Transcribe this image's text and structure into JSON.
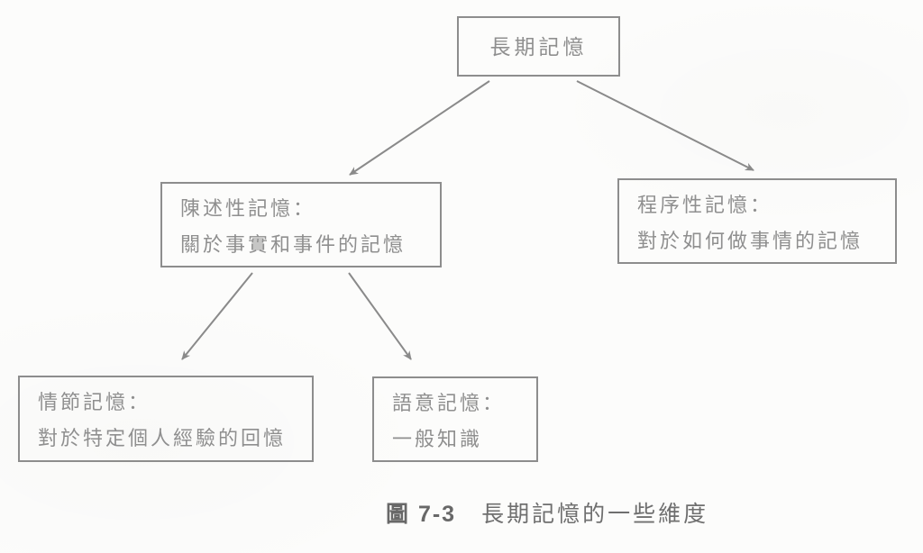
{
  "diagram": {
    "nodes": {
      "root": {
        "label": "長期記憶"
      },
      "declarative": {
        "line1": "陳述性記憶：",
        "line2": "關於事實和事件的記憶"
      },
      "procedural": {
        "line1": "程序性記憶：",
        "line2": "對於如何做事情的記憶"
      },
      "episodic": {
        "line1": "情節記憶：",
        "line2": "對於特定個人經驗的回憶"
      },
      "semantic": {
        "line1": "語意記憶：",
        "line2": "一般知識"
      }
    },
    "caption": {
      "figure_label": "圖 7-3",
      "title": "長期記憶的一些維度"
    },
    "colors": {
      "background": "#fcfcfb",
      "border": "#8d8d8d",
      "text": "#8f8f8f",
      "arrow": "#8a8a8a",
      "caption": "#6f6f6f"
    }
  }
}
